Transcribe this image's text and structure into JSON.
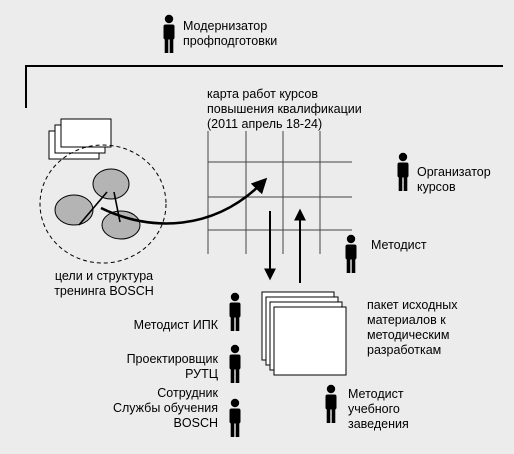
{
  "labels": {
    "modernizer": "Модернизатор\nпрофподготовки",
    "work_map": "карта работ курсов\nповышения квалификации\n(2011 апрель 18-24)",
    "organizer": "Организатор\nкурсов",
    "methodist": "Методист",
    "goals": "цели и структура\nтренинга BOSCH",
    "package": "пакет исходных\nматериалов к\nметодическим\nразработкам",
    "methodist_ipk": "Методист ИПК",
    "designer": "Проектировщик\nРУТЦ",
    "employee": "Сотрудник\nСлужбы обучения\nBOSCH",
    "methodist_school": "Методист\nучебного\nзаведения"
  },
  "icons": {
    "person": "person-icon",
    "document_stack": "document-stack-icon",
    "grid": "grid-table-icon",
    "arrow": "arrow-icon"
  },
  "colors": {
    "background": "#ececec",
    "ellipse_fill": "#b4b4b4",
    "line": "#000000",
    "paper": "#ffffff"
  }
}
